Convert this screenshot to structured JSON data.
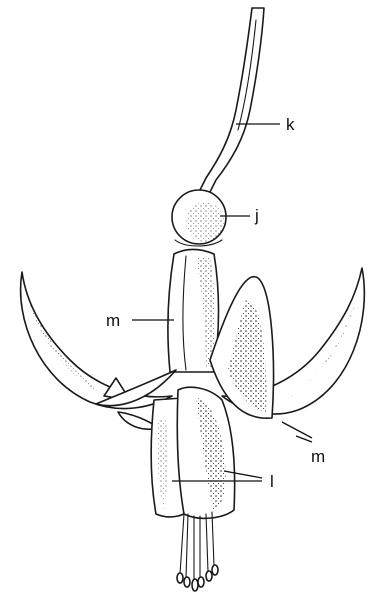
{
  "labels": {
    "k": "k",
    "j": "j",
    "m_left": "m",
    "m_right": "m",
    "l": "l"
  },
  "colors": {
    "ink": "#1a1a1a",
    "paper": "#ffffff"
  }
}
